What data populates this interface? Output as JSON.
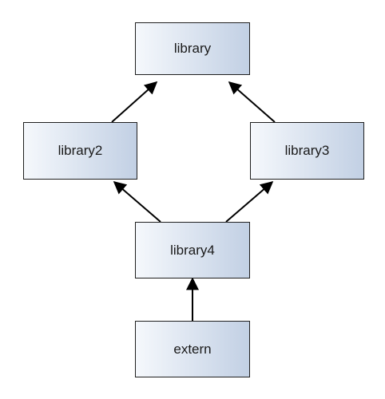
{
  "diagram": {
    "nodes": [
      {
        "id": "library",
        "label": "library"
      },
      {
        "id": "library2",
        "label": "library2"
      },
      {
        "id": "library3",
        "label": "library3"
      },
      {
        "id": "library4",
        "label": "library4"
      },
      {
        "id": "extern",
        "label": "extern"
      }
    ],
    "edges": [
      {
        "from": "library2",
        "to": "library"
      },
      {
        "from": "library3",
        "to": "library"
      },
      {
        "from": "library4",
        "to": "library2"
      },
      {
        "from": "library4",
        "to": "library3"
      },
      {
        "from": "extern",
        "to": "library4"
      }
    ],
    "colors": {
      "node_fill_light": "#f5f8fc",
      "node_fill_dark": "#c2d0e4",
      "stroke": "#1f1f1f"
    }
  }
}
